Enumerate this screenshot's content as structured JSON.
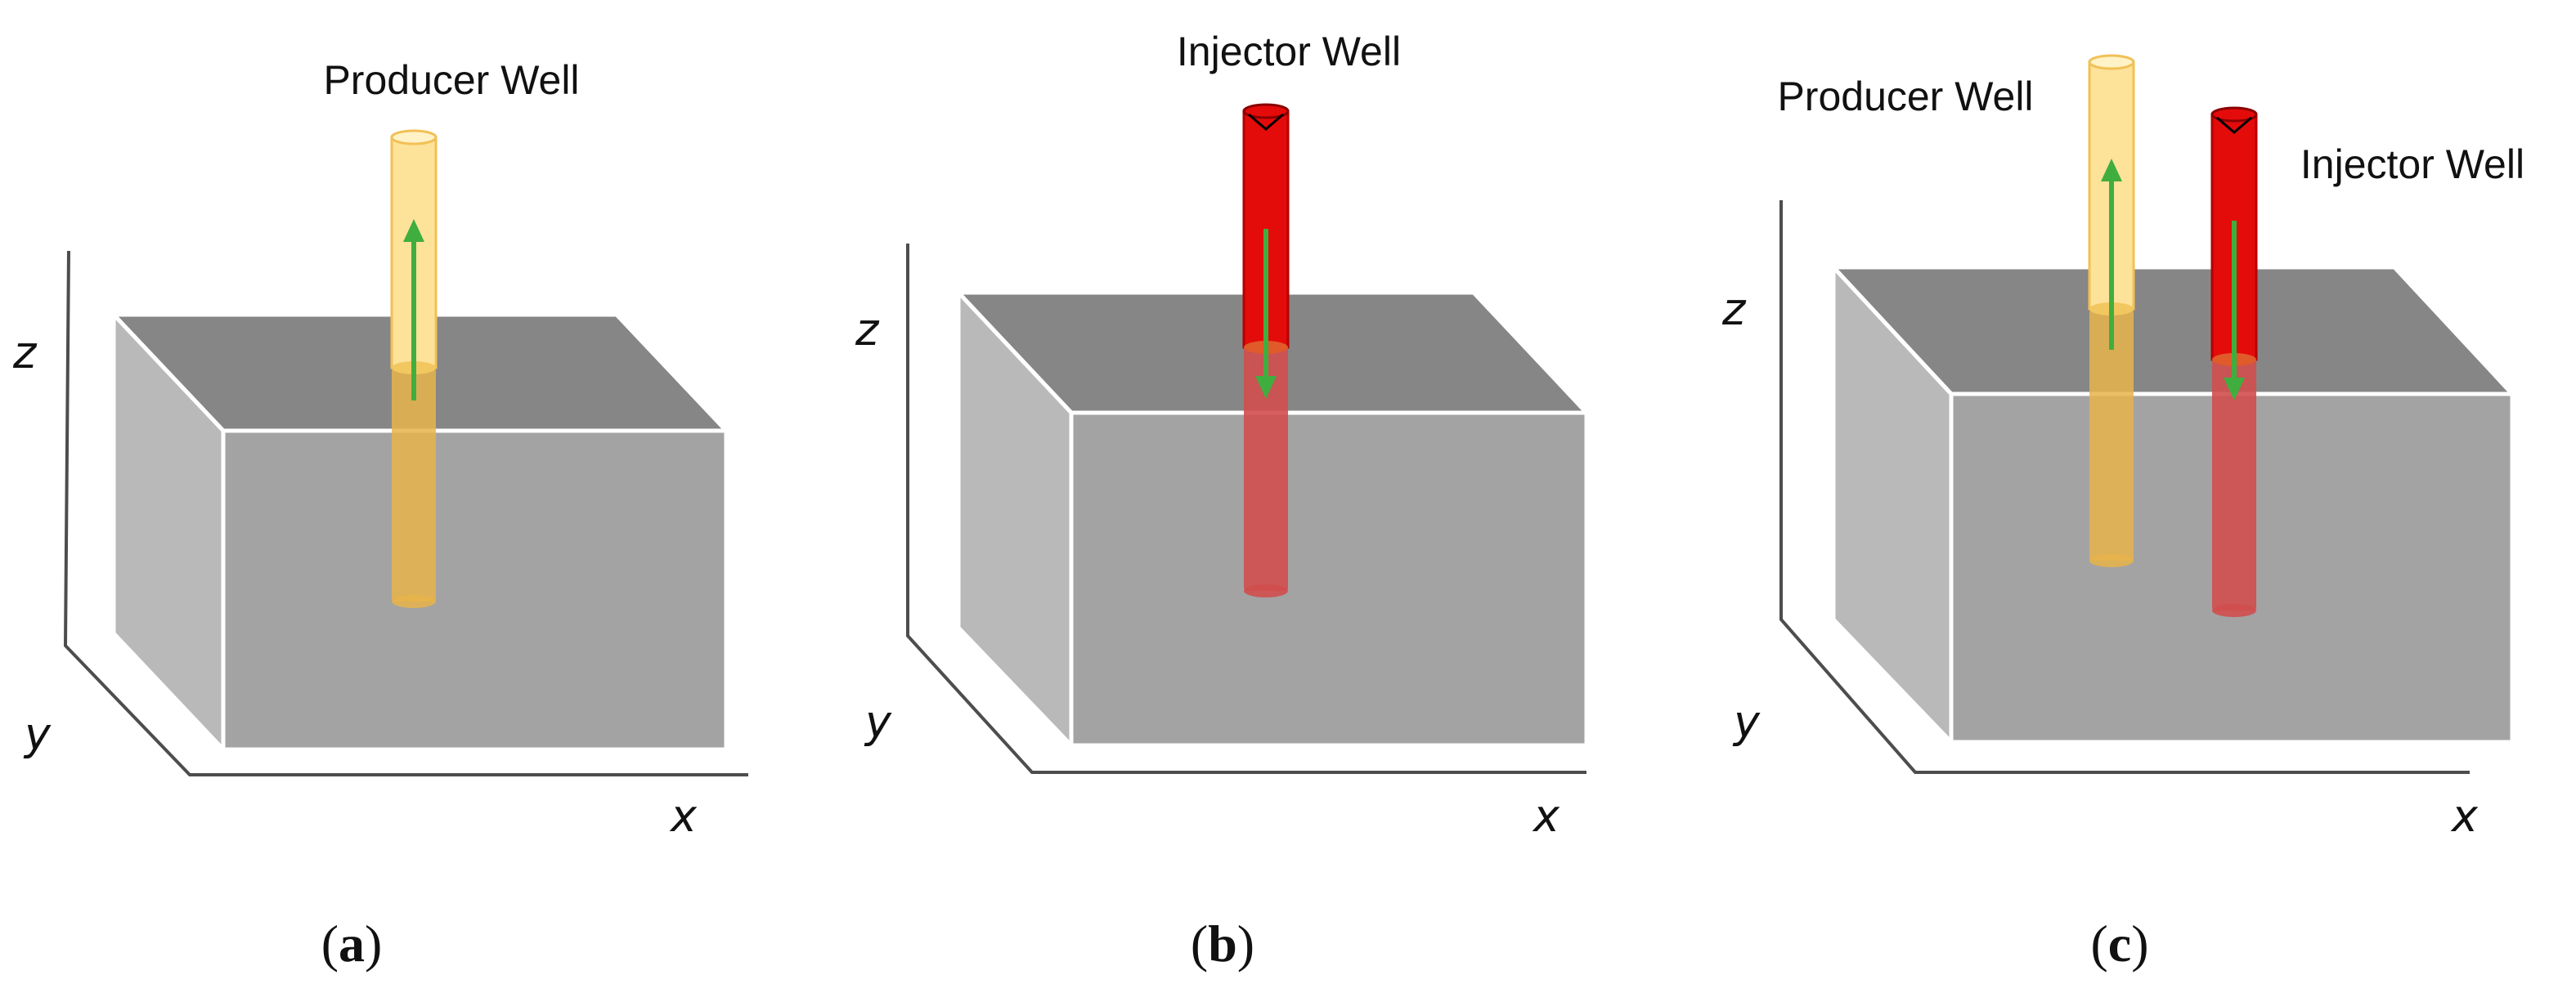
{
  "panels": [
    {
      "id": "a",
      "caption_open": "(",
      "caption_letter": "a",
      "caption_close": ")",
      "axis": {
        "z": "z",
        "y": "y",
        "x": "x"
      },
      "wells": [
        {
          "label": "Producer Well",
          "type": "producer",
          "flow": "up"
        }
      ]
    },
    {
      "id": "b",
      "caption_open": "(",
      "caption_letter": "b",
      "caption_close": ")",
      "axis": {
        "z": "z",
        "y": "y",
        "x": "x"
      },
      "wells": [
        {
          "label": "Injector Well",
          "type": "injector",
          "flow": "down"
        }
      ]
    },
    {
      "id": "c",
      "caption_open": "(",
      "caption_letter": "c",
      "caption_close": ")",
      "axis": {
        "z": "z",
        "y": "y",
        "x": "x"
      },
      "wells": [
        {
          "label": "Producer Well",
          "type": "producer",
          "flow": "up"
        },
        {
          "label": "Injector Well",
          "type": "injector",
          "flow": "down"
        }
      ]
    }
  ],
  "colors": {
    "box_top": "#868686",
    "box_side": "#b9b9b9",
    "box_front": "#a3a3a3",
    "box_edge": "#ffffff",
    "producer_above": "#fde29a",
    "producer_below": "#e7b44a",
    "injector_above": "#e40b0b",
    "injector_below": "#d24e4e",
    "arrow": "#3fae3f",
    "axis": "#4d4d4d"
  }
}
